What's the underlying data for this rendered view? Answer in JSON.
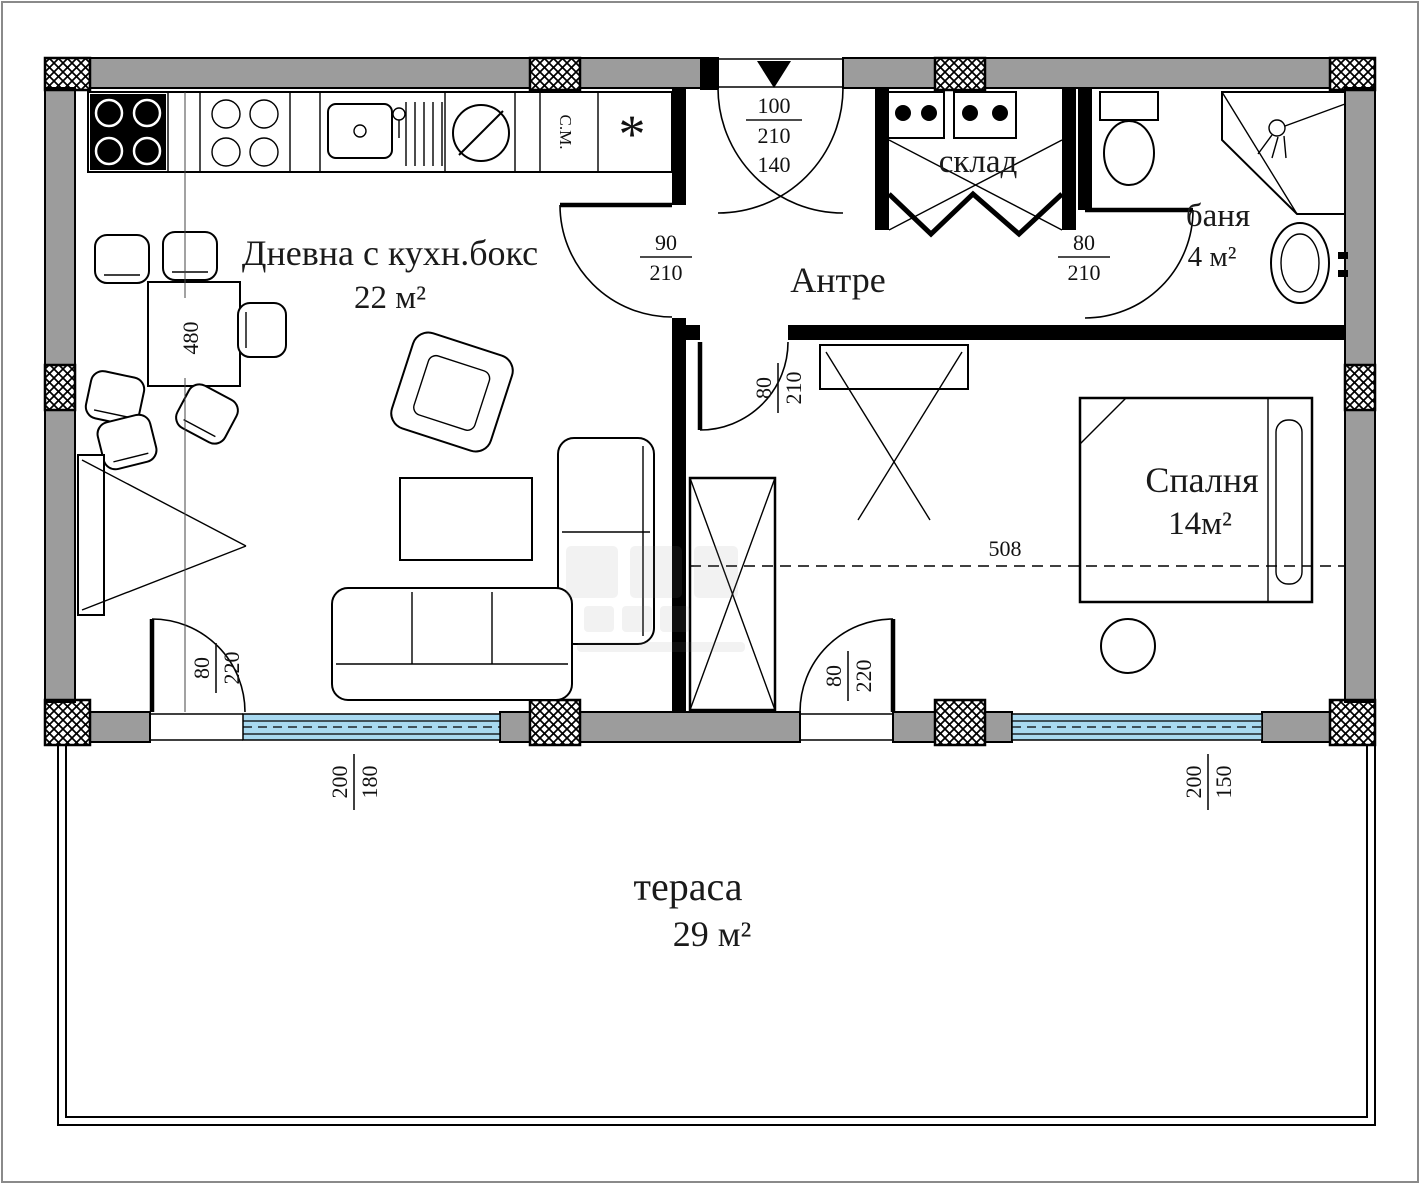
{
  "plan": {
    "rooms": {
      "living": {
        "name": "Дневна с кухн.бокс",
        "area": "22 м²"
      },
      "hall": {
        "name": "Антре"
      },
      "storage": {
        "name": "склад"
      },
      "bathroom": {
        "name": "баня",
        "area": "4 м²"
      },
      "bedroom": {
        "name": "Спалня",
        "area": "14м²"
      },
      "terrace": {
        "name": "тераса",
        "area": "29 м²"
      }
    },
    "kitchen": {
      "washing_machine": "С.М.",
      "fridge": "*"
    },
    "dimensions": {
      "entrance_w": "100",
      "entrance_h": "210",
      "entrance_extra": "140",
      "living_door_w": "90",
      "living_door_h": "210",
      "bath_door_w": "80",
      "bath_door_h": "210",
      "bedroom_door_w": "80",
      "bedroom_door_h": "210",
      "terrace_door_left_w": "80",
      "terrace_door_left_h": "220",
      "terrace_door_right_w": "80",
      "terrace_door_right_h": "220",
      "window_left_w": "200",
      "window_left_h": "180",
      "window_right_w": "200",
      "window_right_h": "150",
      "living_depth": "480",
      "bedroom_width": "508"
    },
    "colors": {
      "wall_fill": "#9c9c9c",
      "window_fill": "#a8d9f0",
      "line": "#000000",
      "background": "#ffffff"
    }
  }
}
